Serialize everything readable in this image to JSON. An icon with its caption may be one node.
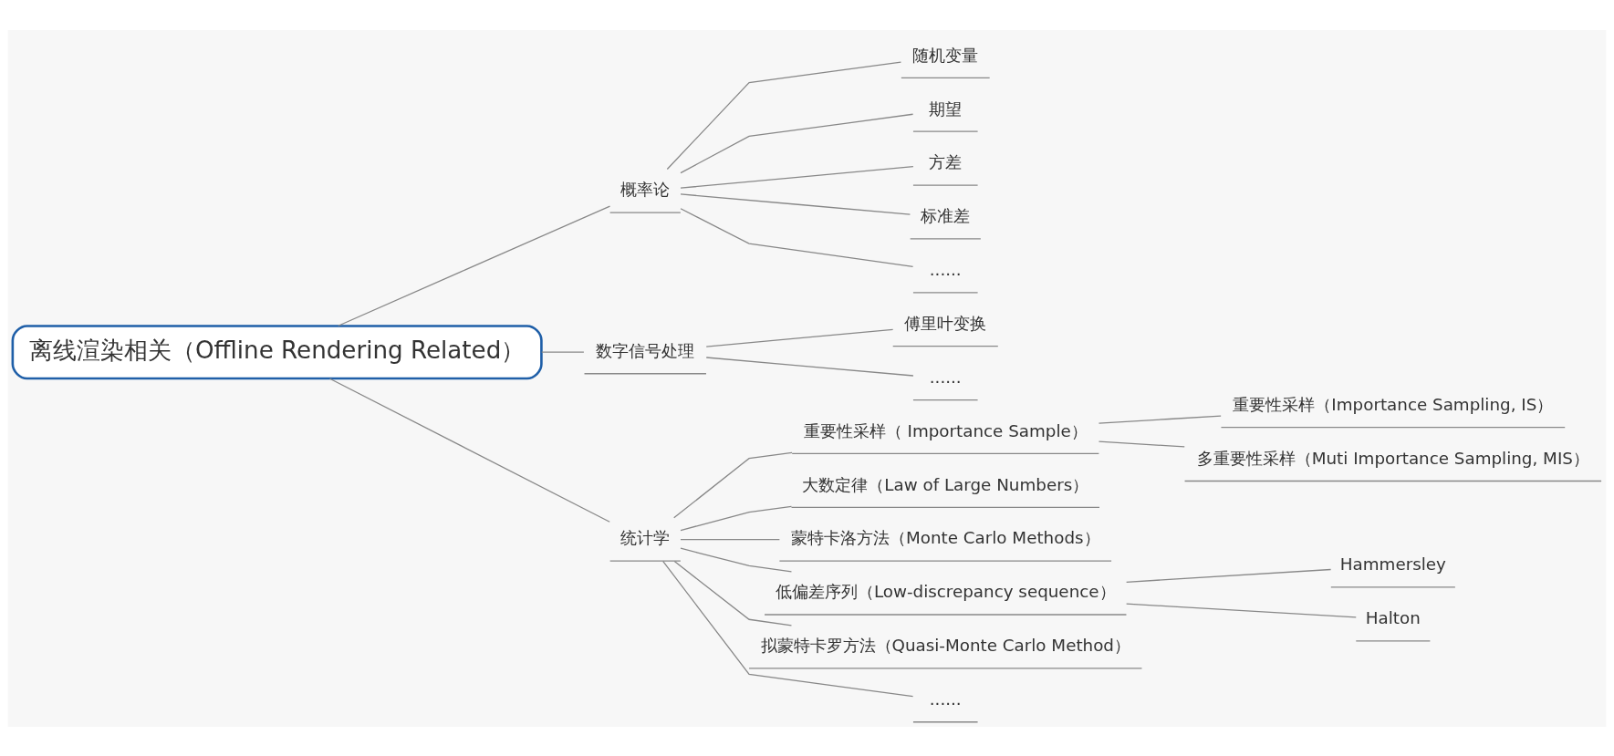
{
  "diagram": {
    "nodes": [
      {
        "text": [
          "离线渲染相关（Offline Rendering Related）"
        ]
      },
      {
        "text": [
          "概率论"
        ]
      },
      {
        "text": [
          "随机变量"
        ]
      },
      {
        "text": [
          "期望"
        ]
      },
      {
        "text": [
          "方差"
        ]
      },
      {
        "text": [
          "标准差"
        ]
      },
      {
        "text": [
          "......"
        ]
      },
      {
        "text": [
          "数字信号处理"
        ]
      },
      {
        "text": [
          "傅里叶变换"
        ]
      },
      {
        "text": [
          "......"
        ]
      },
      {
        "text": [
          "统计学"
        ]
      },
      {
        "text": [
          "重要性采样（ Importance Sample）"
        ]
      },
      {
        "text": [
          "重要性采样（Importance Sampling, IS）"
        ]
      },
      {
        "text": [
          "多重要性采样（Muti Importance Sampling, MIS）"
        ]
      },
      {
        "text": [
          "大数定律（Law of Large Numbers）"
        ]
      },
      {
        "text": [
          "蒙特卡洛方法（Monte Carlo Methods）"
        ]
      },
      {
        "text": [
          "低偏差序列（Low-discrepancy sequence）"
        ]
      },
      {
        "text": [
          "Hammersley"
        ]
      },
      {
        "text": [
          "Halton"
        ]
      },
      {
        "text": [
          "拟蒙特卡罗方法（Quasi-Monte Carlo Method）"
        ]
      },
      {
        "text": [
          "......"
        ]
      }
    ],
    "edges": [
      {
        "from": 0,
        "to": 1,
        "arrow": "none"
      },
      {
        "from": 1,
        "to": 2,
        "arrow": "none"
      },
      {
        "from": 1,
        "to": 3,
        "arrow": "none"
      },
      {
        "from": 1,
        "to": 4,
        "arrow": "none"
      },
      {
        "from": 1,
        "to": 5,
        "arrow": "none"
      },
      {
        "from": 1,
        "to": 6,
        "arrow": "none"
      },
      {
        "from": 0,
        "to": 7,
        "arrow": "none"
      },
      {
        "from": 7,
        "to": 8,
        "arrow": "none"
      },
      {
        "from": 7,
        "to": 9,
        "arrow": "none"
      },
      {
        "from": 0,
        "to": 10,
        "arrow": "none"
      },
      {
        "from": 10,
        "to": 11,
        "arrow": "none"
      },
      {
        "from": 11,
        "to": 12,
        "arrow": "none"
      },
      {
        "from": 11,
        "to": 13,
        "arrow": "none"
      },
      {
        "from": 10,
        "to": 14,
        "arrow": "none"
      },
      {
        "from": 10,
        "to": 15,
        "arrow": "none"
      },
      {
        "from": 10,
        "to": 16,
        "arrow": "none"
      },
      {
        "from": 16,
        "to": 17,
        "arrow": "none"
      },
      {
        "from": 16,
        "to": 18,
        "arrow": "none"
      },
      {
        "from": 10,
        "to": 19,
        "arrow": "none"
      },
      {
        "from": 10,
        "to": 20,
        "arrow": "none"
      }
    ]
  }
}
